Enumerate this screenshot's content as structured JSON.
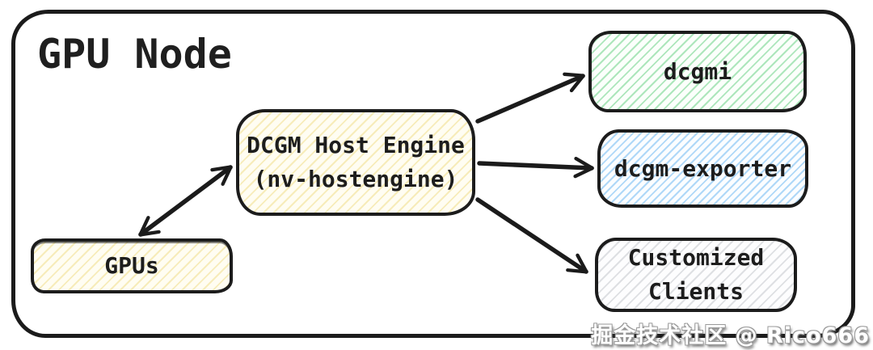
{
  "diagram": {
    "title": "GPU Node",
    "nodes": [
      {
        "id": "gpus",
        "lines": [
          "GPUs"
        ],
        "fill": "#fffdf2",
        "hatch": "rgba(240,222,140,0.55)",
        "hatch_gap": 9
      },
      {
        "id": "dcgm-host-engine",
        "lines": [
          "DCGM Host Engine",
          "(nv-hostengine)"
        ],
        "fill": "#fffdf2",
        "hatch": "rgba(240,222,140,0.55)",
        "hatch_gap": 9
      },
      {
        "id": "dcgmi",
        "lines": [
          "dcgmi"
        ],
        "fill": "#fbfffb",
        "hatch": "rgba(121,214,145,0.60)",
        "hatch_gap": 8
      },
      {
        "id": "dcgm-exporter",
        "lines": [
          "dcgm-exporter"
        ],
        "fill": "#fbfdff",
        "hatch": "rgba(134,196,245,0.65)",
        "hatch_gap": 7
      },
      {
        "id": "customized-clients",
        "lines": [
          "Customized",
          "Clients"
        ],
        "fill": "#fdfdfe",
        "hatch": "rgba(150,155,165,0.30)",
        "hatch_gap": 9
      }
    ],
    "edges": [
      {
        "from": "gpus",
        "to": "dcgm-host-engine",
        "bidirectional": true
      },
      {
        "from": "dcgm-host-engine",
        "to": "dcgmi",
        "bidirectional": false
      },
      {
        "from": "dcgm-host-engine",
        "to": "dcgm-exporter",
        "bidirectional": false
      },
      {
        "from": "dcgm-host-engine",
        "to": "customized-clients",
        "bidirectional": false
      }
    ],
    "colors": {
      "stroke": "#1b1b1b",
      "text": "#1d1d1d",
      "hatch_green": "#79d691",
      "hatch_blue": "#86c4f5",
      "hatch_yellow": "#f0de8c",
      "hatch_gray": "#c8ccd4"
    },
    "watermark": "掘金技术社区 @ Rico666"
  }
}
